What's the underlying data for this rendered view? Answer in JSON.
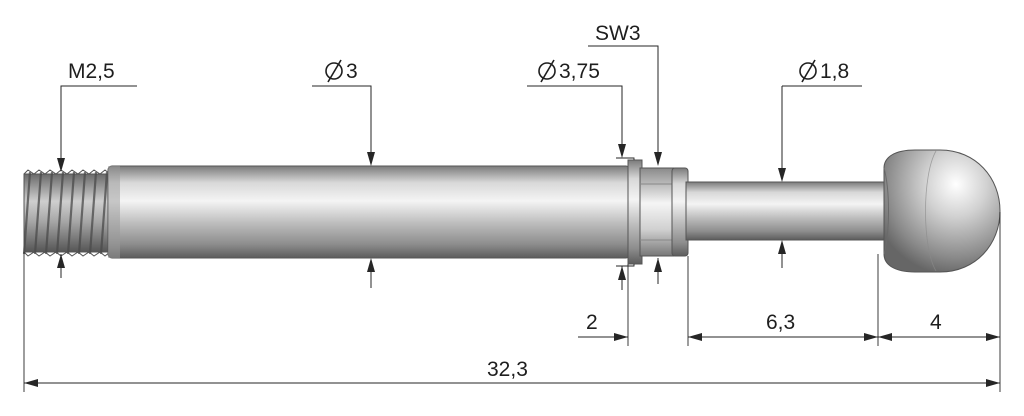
{
  "labels": {
    "thread": "M2,5",
    "shaft_diameter": "3",
    "collar_diameter": "3,75",
    "wrench_size": "SW3",
    "neck_diameter": "1,8",
    "collar_length": "2",
    "neck_length": "6,3",
    "head_length": "4",
    "overall_length": "32,3"
  },
  "icons": {
    "diameter": "diameter-symbol"
  },
  "colors": {
    "line": "#262626",
    "metal_light": "#f2f2f2",
    "metal_dark": "#6e6e6e",
    "background": "#ffffff"
  }
}
